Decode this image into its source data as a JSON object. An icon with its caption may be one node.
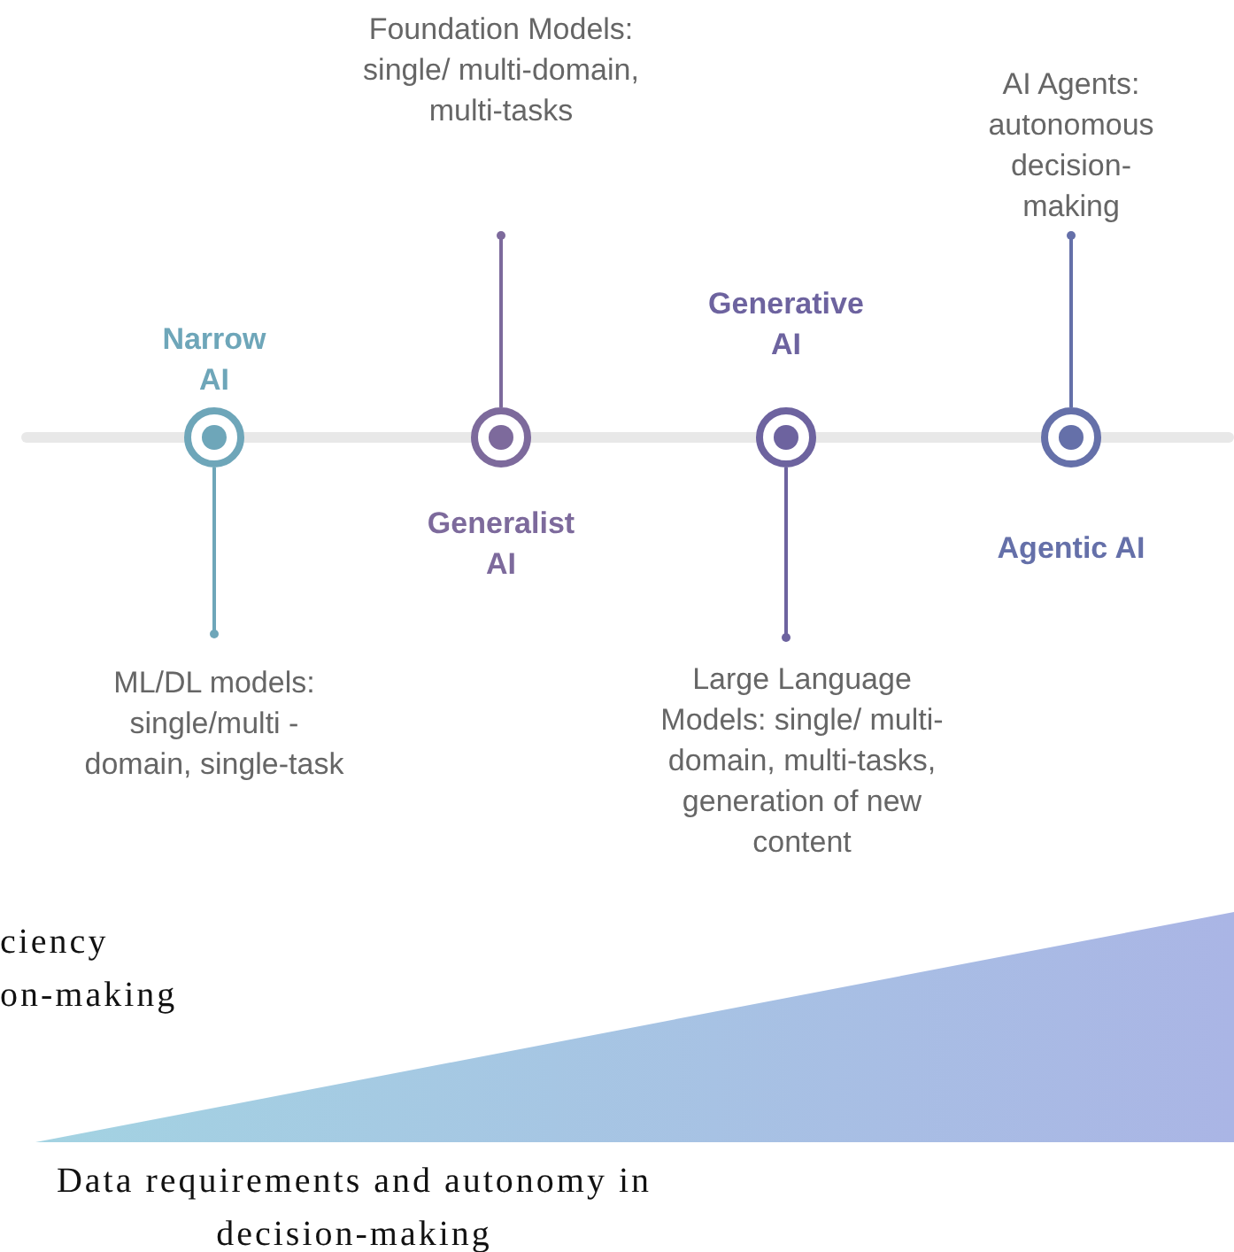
{
  "diagram": {
    "nodes": [
      {
        "text": [],
        "shape": "circle",
        "beside": [
          "Narrow AI"
        ]
      },
      {
        "text": [],
        "shape": "circle",
        "beside": [
          "Generalist AI"
        ]
      },
      {
        "text": [],
        "shape": "circle",
        "beside": [
          "Generative AI"
        ]
      },
      {
        "text": [],
        "shape": "circle",
        "beside": [
          "Agentic AI"
        ]
      },
      {
        "text": [
          "ML/DL models: single/multi - domain, single-task"
        ]
      },
      {
        "text": [
          "Foundation Models: single/ multi-domain, multi-tasks"
        ]
      },
      {
        "text": [
          "Large Language Models: single/ multi-domain, multi-tasks, generation of new content"
        ]
      },
      {
        "text": [
          "AI Agents: autonomous decision-making"
        ]
      },
      {
        "text": [],
        "shape": "triangle"
      }
    ],
    "edges": [
      {
        "from": 0,
        "to": 4,
        "arrow": "other"
      },
      {
        "from": 1,
        "to": 5,
        "arrow": "other"
      },
      {
        "from": 2,
        "to": 6,
        "arrow": "other"
      },
      {
        "from": 3,
        "to": 7,
        "arrow": "other"
      }
    ],
    "labels": [
      "ciency on-making",
      "Data requirements and autonomy in decision-making"
    ]
  }
}
